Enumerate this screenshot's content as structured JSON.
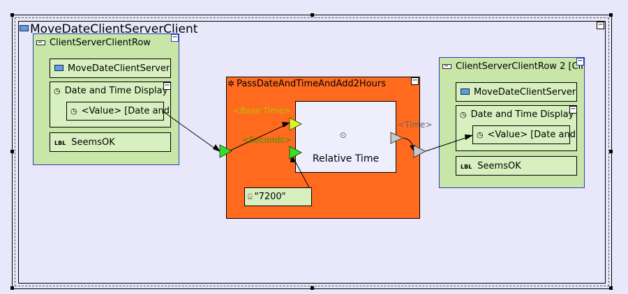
{
  "canvas": {
    "title": "MoveDateClientServerClient",
    "bg": "#e8e8fa"
  },
  "left_row": {
    "title": "ClientServerClientRow",
    "item1": "MoveDateClientServer",
    "display_title": "Date and Time Display",
    "value": "<Value> [Date and",
    "status": "SeemsOK"
  },
  "right_row": {
    "title": "ClientServerClientRow 2 [Cli",
    "item1": "MoveDateClientServer",
    "display_title": "Date and Time Display",
    "value": "<Value> [Date and",
    "status": "SeemsOK"
  },
  "pass_block": {
    "title": "PassDateAndTimeAndAdd2Hours",
    "color": "#ff6a1e",
    "port_base_time": "<Base Time>",
    "port_seconds": "<Seconds>",
    "port_time": "<Time>",
    "inner_label": "Relative Time",
    "constant": "\"7200\""
  },
  "icons": {
    "component": "component-chip-icon",
    "clock": "clock-icon",
    "label": "label-icon",
    "gear": "gear-icon",
    "constant": "constant-icon",
    "collapse": "collapse-icon"
  }
}
